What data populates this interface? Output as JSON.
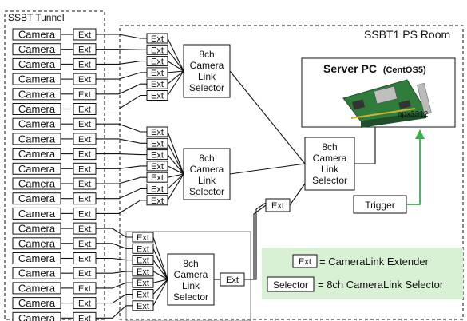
{
  "areas": {
    "tunnel": "SSBT Tunnel",
    "room": "SSBT1 PS Room"
  },
  "camera_label": "Camera",
  "ext_label": "Ext",
  "selector_label": "8ch\nCamera\nLink\nSelector",
  "server": {
    "title": "Server PC",
    "os": "(CentOS5)",
    "board": "apx3312"
  },
  "trigger": "Trigger",
  "legend": {
    "ext_key": "Ext",
    "ext_desc": "= CameraLink Extender",
    "sel_key": "Selector",
    "sel_desc": "= 8ch CameraLink Selector"
  },
  "colors": {
    "trigger_line": "#33b24a",
    "legend_bg": "#d8f0d3",
    "board_green": "#2f7d3a",
    "board_dark": "#1f4f2a"
  },
  "icons": {
    "board": "pci-board-icon"
  }
}
